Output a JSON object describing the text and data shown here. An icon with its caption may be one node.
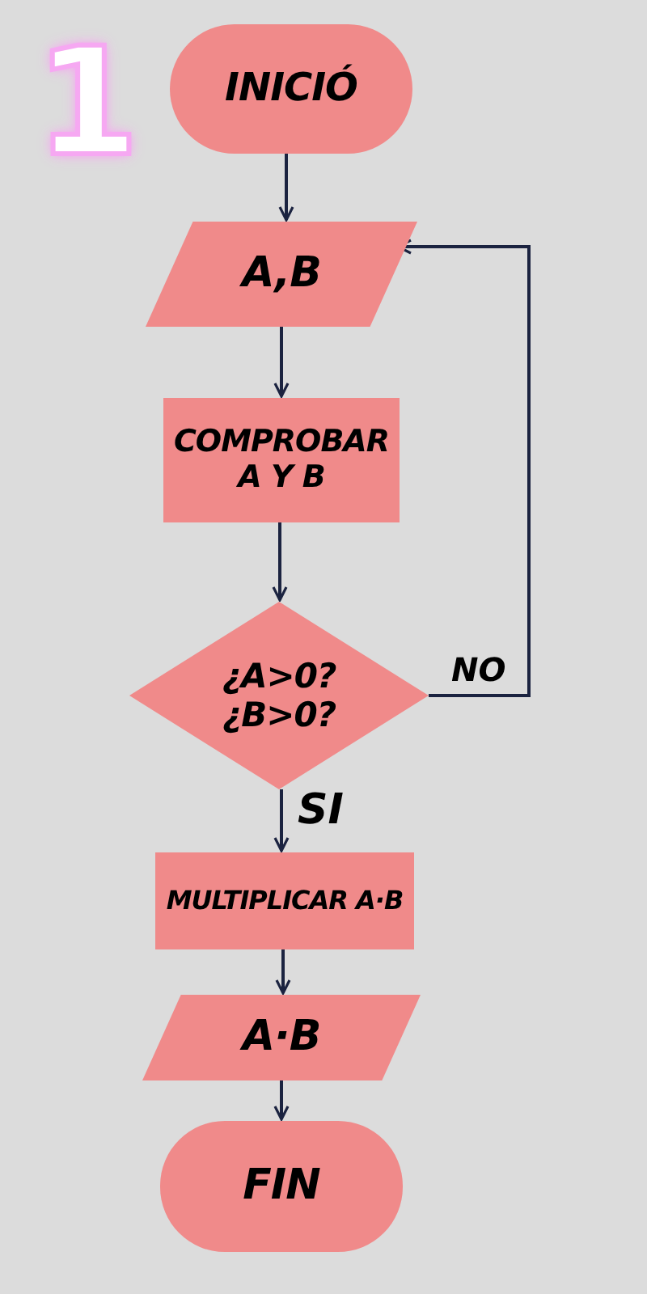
{
  "diagram": {
    "nodes": [
      {
        "text": [
          "INICIÓ"
        ]
      },
      {
        "text": [
          "A,B"
        ]
      },
      {
        "text": [
          "COMPROBAR A Y B"
        ]
      },
      {
        "text": [
          "¿A>0? ¿B>0?"
        ]
      },
      {
        "text": [
          "MULTIPLICAR A·B"
        ]
      },
      {
        "text": [
          "A·B"
        ]
      },
      {
        "text": [
          "FIN"
        ]
      }
    ],
    "edges": [
      {
        "from": 0,
        "to": 1,
        "arrow": "to"
      },
      {
        "from": 1,
        "to": 2,
        "arrow": "to"
      },
      {
        "from": 2,
        "to": 3,
        "arrow": "to"
      },
      {
        "from": 3,
        "to": 1,
        "arrow": "to",
        "label": "NO"
      },
      {
        "from": 3,
        "to": 4,
        "arrow": "to",
        "label": "SI"
      },
      {
        "from": 4,
        "to": 5,
        "arrow": "to"
      },
      {
        "from": 5,
        "to": 6,
        "arrow": "to"
      }
    ],
    "labels": [
      "1"
    ]
  }
}
